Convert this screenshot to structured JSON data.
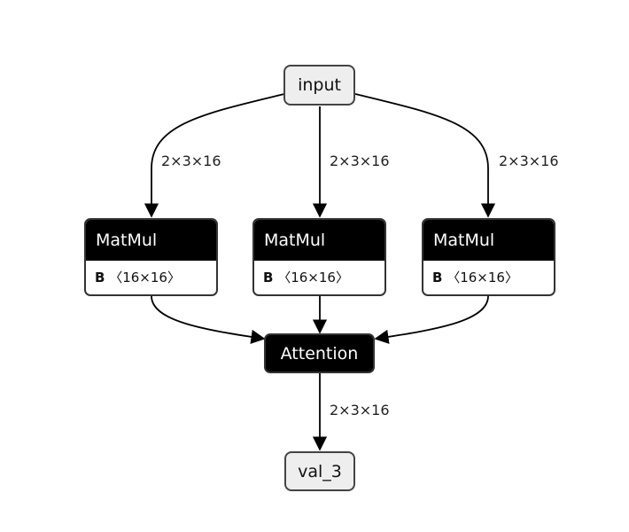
{
  "nodes": {
    "input": {
      "label": "input"
    },
    "matmul_1": {
      "title": "MatMul",
      "attr_name": "B",
      "attr_value": "〈16×16〉"
    },
    "matmul_2": {
      "title": "MatMul",
      "attr_name": "B",
      "attr_value": "〈16×16〉"
    },
    "matmul_3": {
      "title": "MatMul",
      "attr_name": "B",
      "attr_value": "〈16×16〉"
    },
    "attention": {
      "label": "Attention"
    },
    "output": {
      "label": "val_3"
    }
  },
  "edges": {
    "input_to_matmul_1": {
      "label": "2×3×16"
    },
    "input_to_matmul_2": {
      "label": "2×3×16"
    },
    "input_to_matmul_3": {
      "label": "2×3×16"
    },
    "attention_to_output": {
      "label": "2×3×16"
    }
  },
  "colors": {
    "op_header": "#000000",
    "io_fill": "#eeeeee",
    "edge_stroke": "#000000"
  }
}
